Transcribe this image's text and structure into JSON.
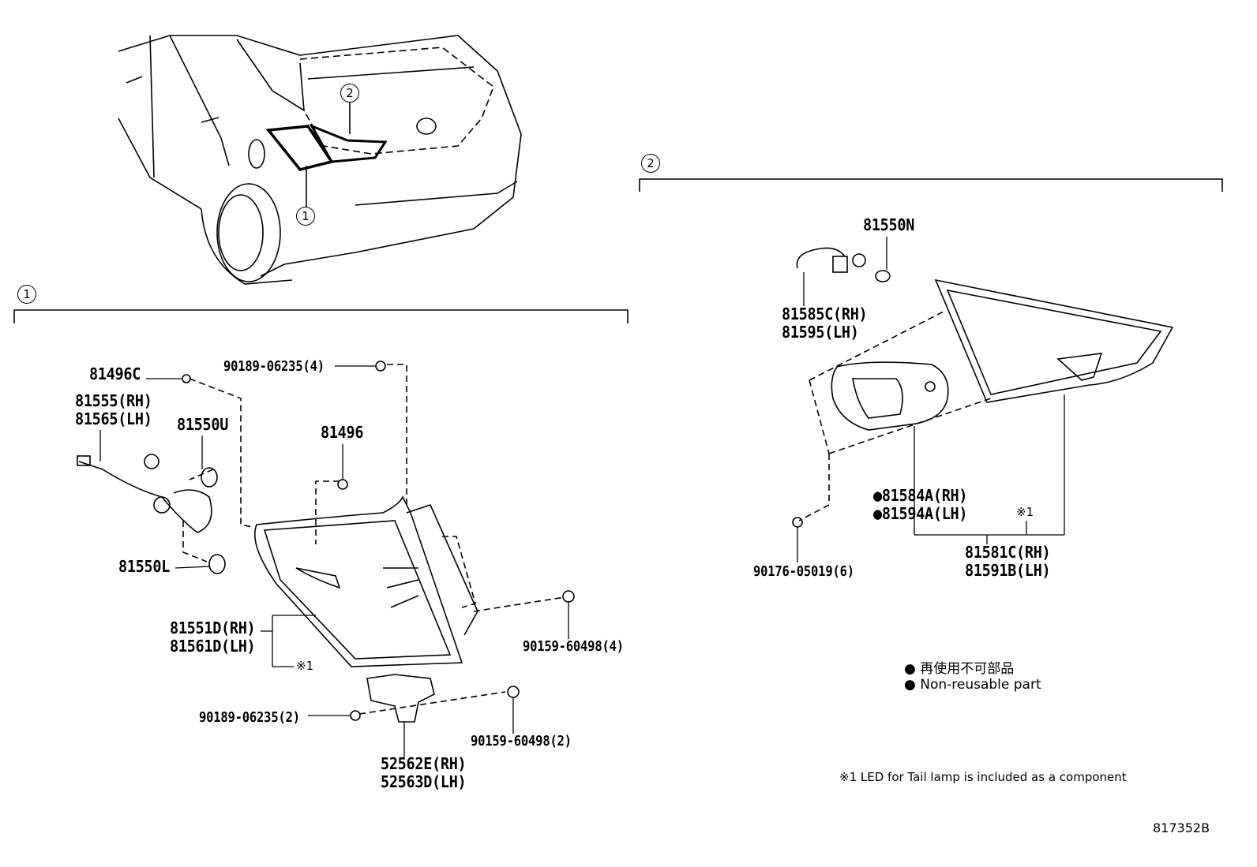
{
  "section_markers": {
    "one": "1",
    "two": "2"
  },
  "car_callouts": {
    "one": "1",
    "two": "2"
  },
  "section1": {
    "p81496c": "81496C",
    "p81555": "81555(RH)",
    "p81565": "81565(LH)",
    "p81550u": "81550U",
    "p81496": "81496",
    "p90189_4": "90189-06235(4)",
    "p81550l": "81550L",
    "p81551d": "81551D(RH)",
    "p81561d": "81561D(LH)",
    "note1": "※1",
    "p90159_4": "90159-60498(4)",
    "p90189_2": "90189-06235(2)",
    "p90159_2": "90159-60498(2)",
    "p52562e": "52562E(RH)",
    "p52563d": "52563D(LH)"
  },
  "section2": {
    "p81550n": "81550N",
    "p81585c": "81585C(RH)",
    "p81595": "81595(LH)",
    "p81584a": "●81584A(RH)",
    "p81594a": "●81594A(LH)",
    "note1": "※1",
    "p90176": "90176-05019(6)",
    "p81581c": "81581C(RH)",
    "p81591b": "81591B(LH)"
  },
  "legend": {
    "jp": "● 再使用不可部品",
    "en": "● Non-reusable part"
  },
  "footnote": "※1 LED for Tail lamp is included as a component",
  "diagram_id": "817352B"
}
